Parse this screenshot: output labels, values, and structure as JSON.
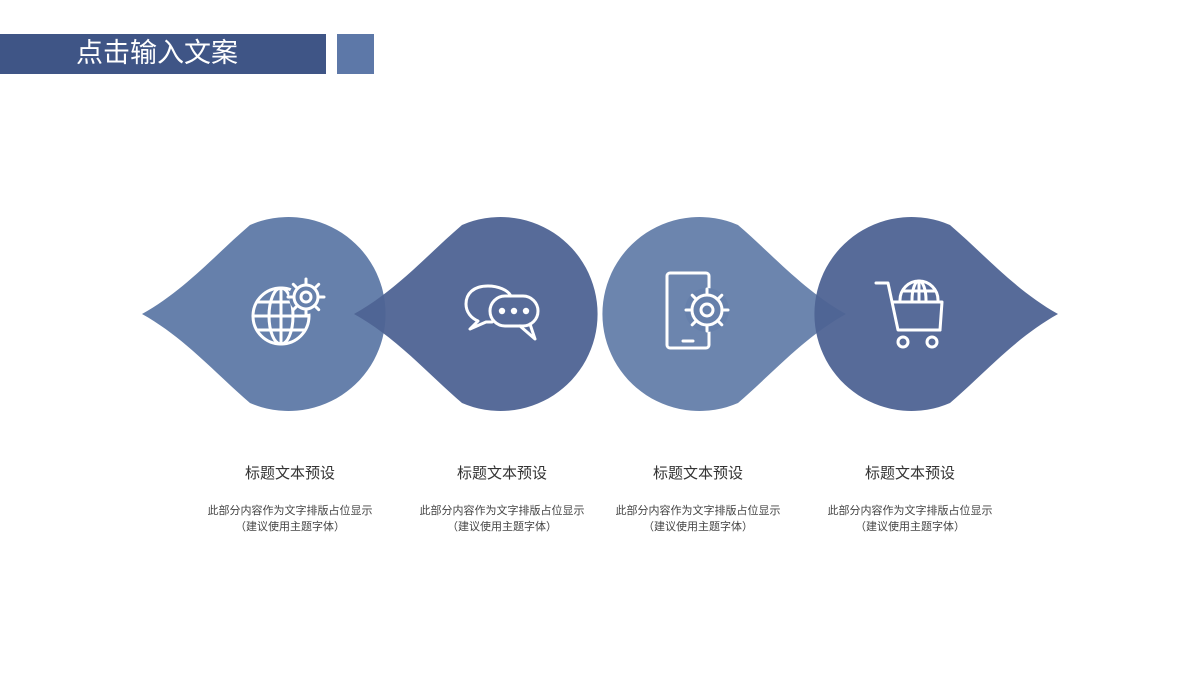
{
  "header": {
    "title": "点击输入文案"
  },
  "colors": {
    "dark_blue": "#3f5586",
    "mid_blue": "#5d78a8",
    "steel_blue": "#6680ab",
    "navy_blue": "#4e6393"
  },
  "steps": [
    {
      "icon": "globe-gear-icon",
      "heading": "标题文本预设",
      "desc_line1": "此部分内容作为文字排版占位显示",
      "desc_line2": "（建议使用主题字体）"
    },
    {
      "icon": "chat-bubbles-icon",
      "heading": "标题文本预设",
      "desc_line1": "此部分内容作为文字排版占位显示",
      "desc_line2": "（建议使用主题字体）"
    },
    {
      "icon": "tablet-gear-icon",
      "heading": "标题文本预设",
      "desc_line1": "此部分内容作为文字排版占位显示",
      "desc_line2": "（建议使用主题字体）"
    },
    {
      "icon": "shopping-cart-globe-icon",
      "heading": "标题文本预设",
      "desc_line1": "此部分内容作为文字排版占位显示",
      "desc_line2": "（建议使用主题字体）"
    }
  ]
}
